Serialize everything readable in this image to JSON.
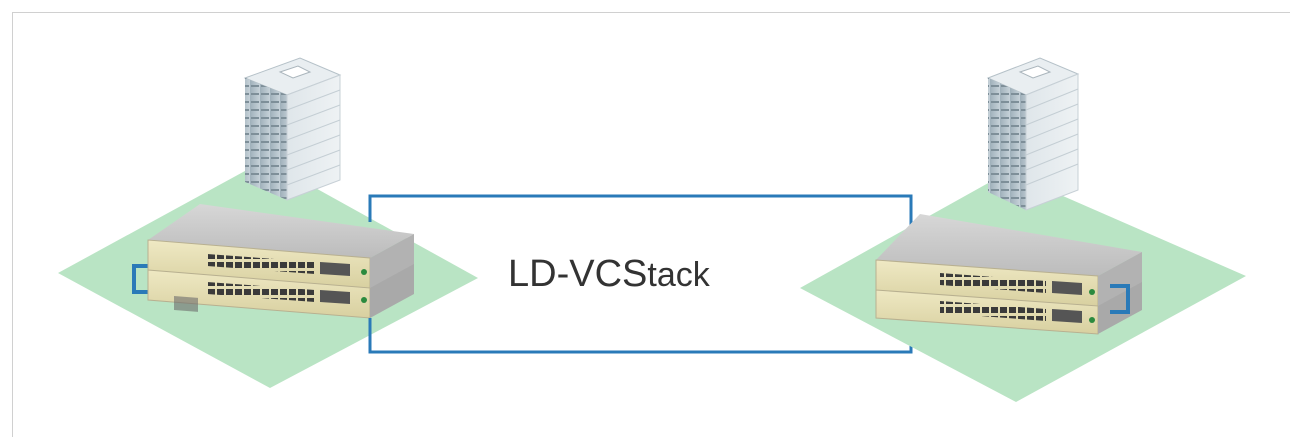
{
  "diagram": {
    "title_part1": "LD-VCS",
    "title_part2": "tack",
    "colors": {
      "site_floor": "#b9e4c4",
      "link": "#2a7ab8",
      "switch_body": "#c9c9c9",
      "switch_front": "#e0d9b0",
      "building": "#b8c4cc"
    },
    "sites": [
      {
        "name": "site-left",
        "building_icon": "office-building-icon",
        "switch_icon": "network-switch-icon",
        "switch_count": 2
      },
      {
        "name": "site-right",
        "building_icon": "office-building-icon",
        "switch_icon": "network-switch-icon",
        "switch_count": 2
      }
    ]
  }
}
